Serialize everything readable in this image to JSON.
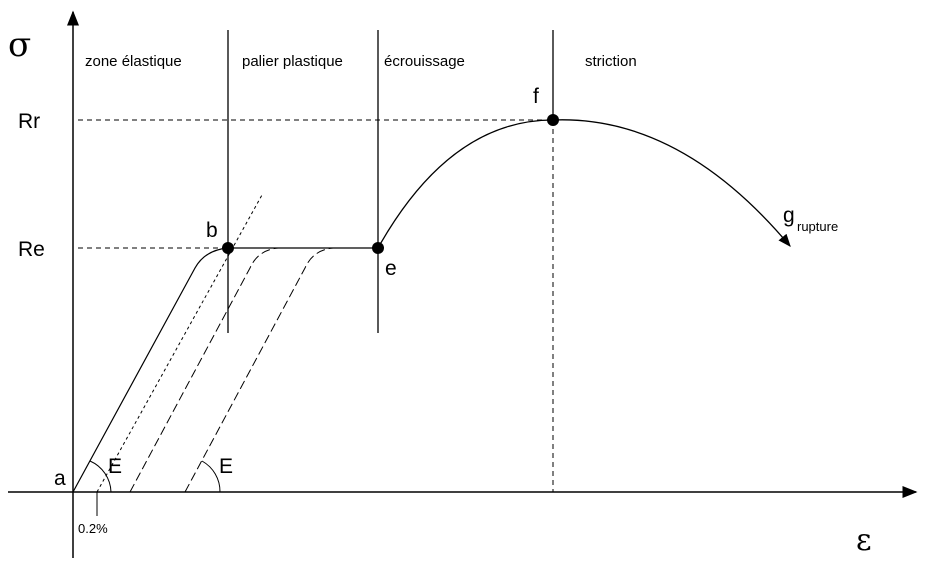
{
  "axes": {
    "y_symbol": "σ",
    "x_symbol": "ε",
    "y_levels": {
      "rupture_strength": "Rr",
      "yield_strength": "Re"
    },
    "offset_label": "0.2%"
  },
  "zones": [
    {
      "label": "zone élastique"
    },
    {
      "label": "palier plastique"
    },
    {
      "label": "écrouissage"
    },
    {
      "label": "striction"
    }
  ],
  "points": {
    "a": "a",
    "b": "b",
    "e": "e",
    "f": "f",
    "g": "g",
    "g_subscript": "rupture"
  },
  "slope_label": "E",
  "colors": {
    "ink": "#000000",
    "background": "#ffffff"
  }
}
